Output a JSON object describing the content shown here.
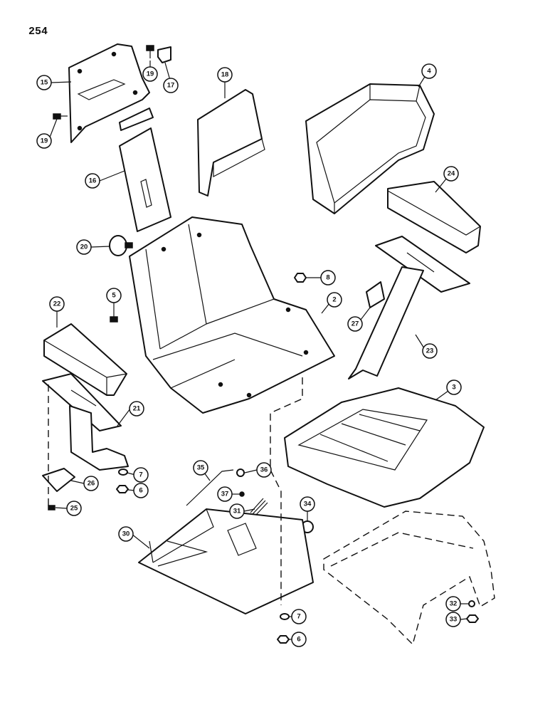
{
  "page_number": "254",
  "callouts": {
    "c15": "15",
    "c19a": "19",
    "c17": "17",
    "c19b": "19",
    "c16": "16",
    "c18": "18",
    "c4": "4",
    "c24": "24",
    "c20": "20",
    "c8": "8",
    "c5": "5",
    "c2": "2",
    "c27": "27",
    "c23": "23",
    "c22": "22",
    "c3": "3",
    "c21": "21",
    "c35": "35",
    "c36": "36",
    "c37": "37",
    "c7a": "7",
    "c6a": "6",
    "c26": "26",
    "c31": "31",
    "c34": "34",
    "c25": "25",
    "c30": "30",
    "c32": "32",
    "c33": "33",
    "c7b": "7",
    "c6b": "6"
  }
}
